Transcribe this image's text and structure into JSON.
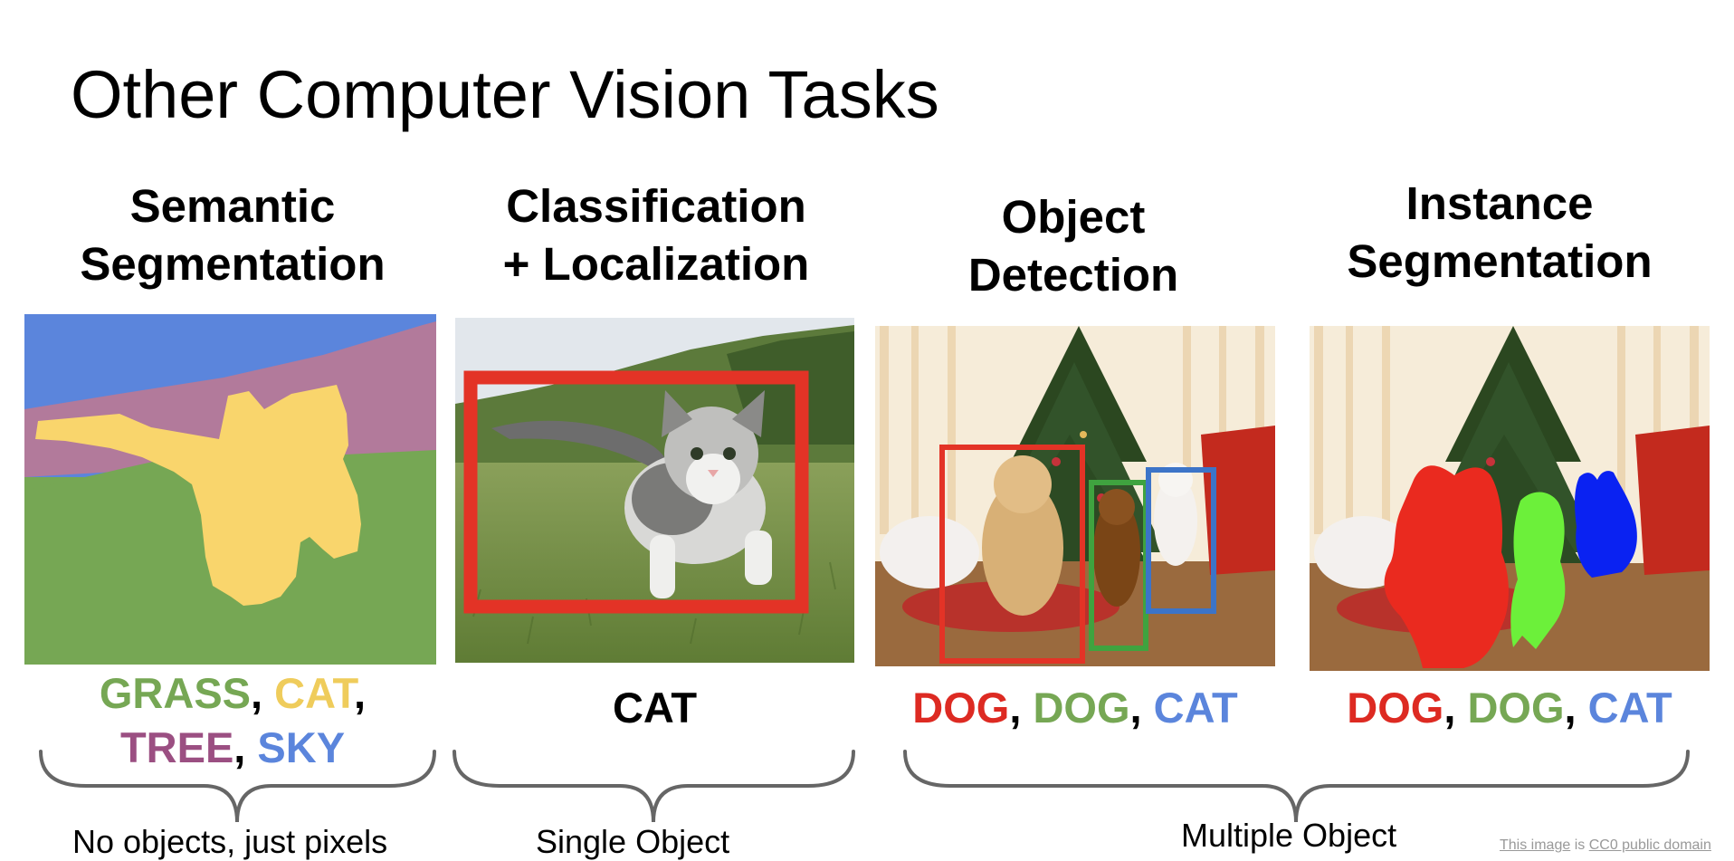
{
  "slide": {
    "title": "Other Computer Vision Tasks"
  },
  "colors": {
    "grass": "#76a754",
    "cat": "#efcc5b",
    "tree": "#9b4f82",
    "sky": "#5b85dc",
    "dog_red": "#dd2a22",
    "box_green": "#3fa33f",
    "box_blue": "#3c74c8",
    "mask_red": "#ea2a1f",
    "mask_green": "#6cf03a",
    "mask_blue": "#0a22f2",
    "brace": "#666666"
  },
  "panels": {
    "semantic": {
      "title_line1": "Semantic",
      "title_line2": "Segmentation",
      "labels": {
        "grass": "GRASS",
        "cat": "CAT",
        "tree": "TREE",
        "sky": "SKY"
      }
    },
    "classification": {
      "title_line1": "Classification",
      "title_line2": "+ Localization",
      "label": "CAT"
    },
    "detection": {
      "title_line1": "Object",
      "title_line2": "Detection",
      "labels": {
        "dog1": "DOG",
        "dog2": "DOG",
        "cat": "CAT"
      }
    },
    "instance": {
      "title_line1": "Instance",
      "title_line2": "Segmentation",
      "labels": {
        "dog1": "DOG",
        "dog2": "DOG",
        "cat": "CAT"
      }
    }
  },
  "separators": {
    "comma": ","
  },
  "captions": {
    "no_objects": "No objects, just pixels",
    "single": "Single Object",
    "multiple": "Multiple Object"
  },
  "credit": {
    "link1": "This image",
    "middle": " is ",
    "link2": "CC0 public domain"
  }
}
